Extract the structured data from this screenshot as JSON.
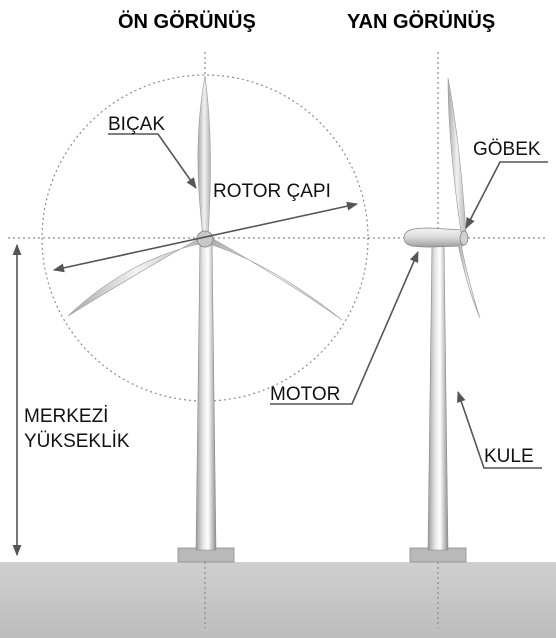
{
  "titles": {
    "front": "ÖN GÖRÜNÜŞ",
    "side": "YAN GÖRÜNÜŞ"
  },
  "labels": {
    "blade": "BIÇAK",
    "rotor_diameter": "ROTOR ÇAPI",
    "hub": "GÖBEK",
    "motor": "MOTOR",
    "hub_height_line1": "MERKEZİ",
    "hub_height_line2": "YÜKSEKLİK",
    "tower": "KULE"
  }
}
